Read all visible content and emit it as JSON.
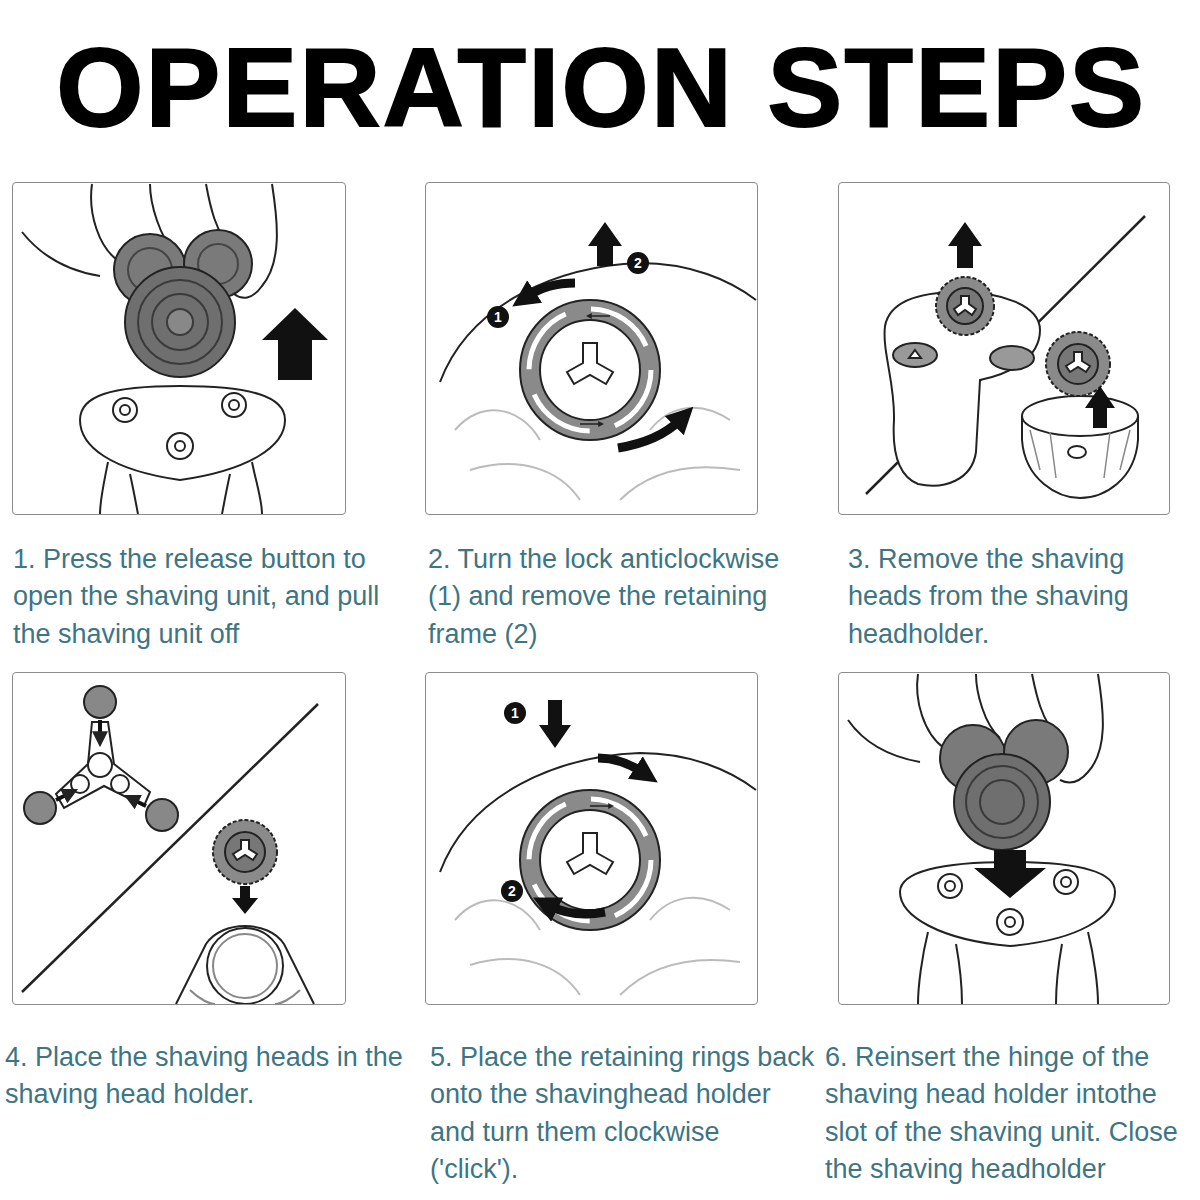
{
  "diagram": {
    "title": "OPERATION STEPS",
    "nodes": [
      {
        "text": [
          "1. Press the release button to open the shaving unit, and pull the shaving unit off"
        ]
      },
      {
        "text": [
          "2. Turn the lock anticlockwise (1) and remove the retaining frame (2)"
        ]
      },
      {
        "text": [
          "1"
        ],
        "in": 1
      },
      {
        "text": [
          "2"
        ],
        "in": 1
      },
      {
        "text": [
          "3. Remove the shaving heads from the shaving headholder."
        ]
      },
      {
        "text": [
          "4. Place the shaving heads in the shaving head holder."
        ]
      },
      {
        "text": [
          "5. Place the retaining rings back onto the shavinghead holder and turn them clockwise ('click')."
        ]
      },
      {
        "text": [
          "1"
        ],
        "in": 6
      },
      {
        "text": [
          "2"
        ],
        "in": 6
      },
      {
        "text": [
          "6. Reinsert the hinge of the shaving head holder intothe slot of the shaving unit. Close the shaving headholder"
        ]
      }
    ]
  }
}
